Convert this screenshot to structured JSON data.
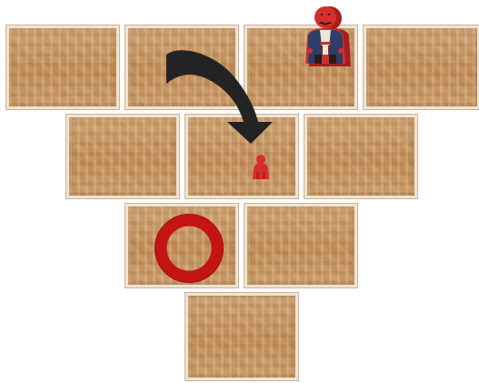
{
  "board": {
    "tile_rows": [
      {
        "row": 0,
        "tiles": 4
      },
      {
        "row": 1,
        "tiles": 3
      },
      {
        "row": 2,
        "tiles": 2
      },
      {
        "row": 3,
        "tiles": 1
      }
    ],
    "tile_color": "#c6925d",
    "tile_border_color": "#f1e3d2"
  },
  "pieces": {
    "large_meeple": {
      "icon": "meeple-large-icon",
      "color": "#d42f2f",
      "tile": "row0-col2"
    },
    "small_meeple": {
      "icon": "meeple-small-icon",
      "color": "#d42f2f",
      "tile": "row1-col1"
    },
    "target_ring": {
      "icon": "ring-target-icon",
      "color": "#c41414",
      "tile": "row2-col0"
    },
    "move_arrow": {
      "icon": "curved-arrow-icon",
      "color": "#232323",
      "from": "row0-col1",
      "to": "row1-col1"
    }
  }
}
